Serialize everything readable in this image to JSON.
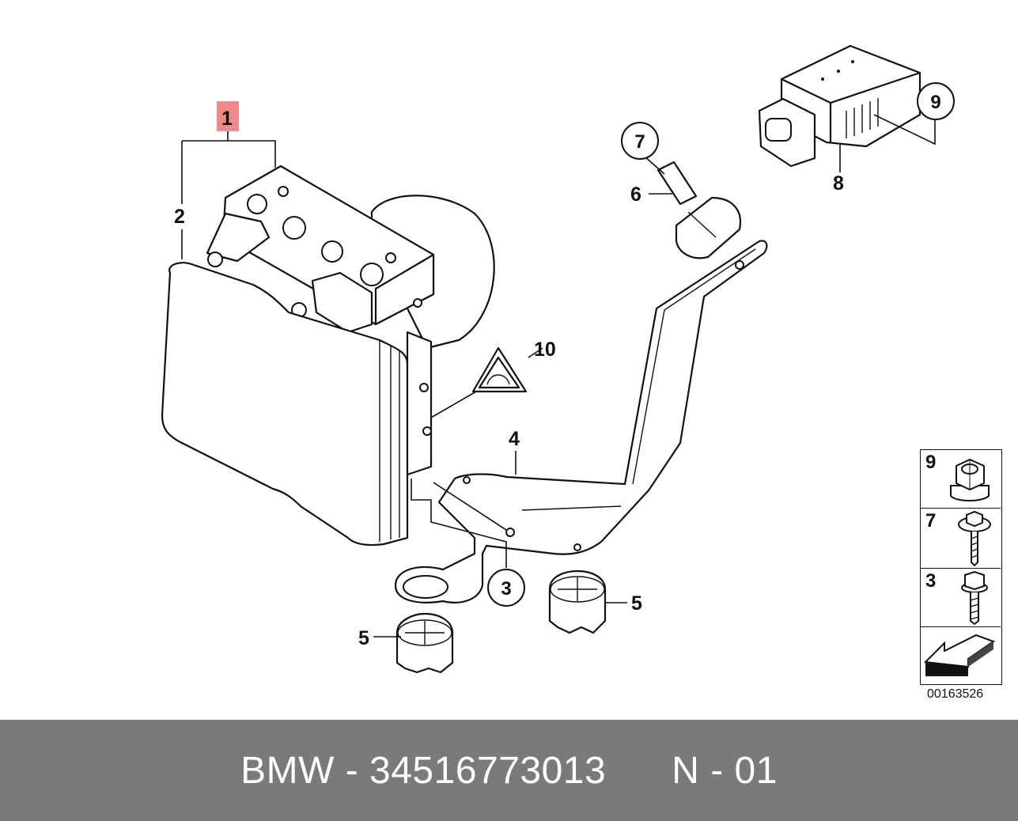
{
  "diagram": {
    "callouts": {
      "c1": "1",
      "c2": "2",
      "c3": "3",
      "c4": "4",
      "c5a": "5",
      "c5b": "5",
      "c6": "6",
      "c7": "7",
      "c8": "8",
      "c9": "9",
      "c10": "10"
    },
    "highlight_color": "#f08a8a",
    "code": "00163526"
  },
  "legend": {
    "items": [
      {
        "number": "9",
        "icon": "nut-icon"
      },
      {
        "number": "7",
        "icon": "screw-washer-icon"
      },
      {
        "number": "3",
        "icon": "hex-bolt-icon"
      },
      {
        "number": "",
        "icon": "direction-arrow-icon"
      }
    ]
  },
  "footer": {
    "brand_part": "BMW - 34516773013",
    "ref": "N - 01",
    "background": "#7a7a7a"
  }
}
